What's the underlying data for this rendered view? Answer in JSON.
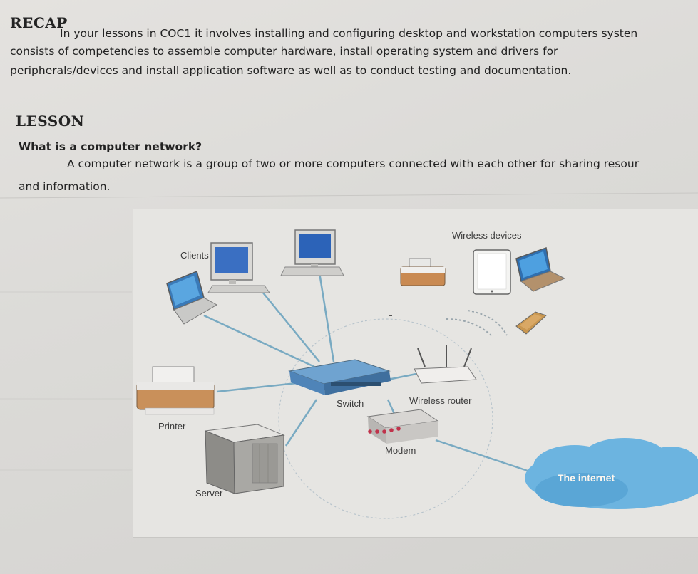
{
  "recap": {
    "heading": "RECAP",
    "line1": "In your lessons in COC1 it involves installing and configuring desktop and workstation computers systen",
    "line2": "consists of competencies to assemble computer hardware, install operating system and drivers for",
    "line3": "peripherals/devices and install application software as well as to conduct testing and documentation."
  },
  "lesson": {
    "heading": "LESSON",
    "question": "What is a computer network?",
    "line1": "A computer network is a group of two or more computers connected with each other for sharing resour",
    "line2": "and information."
  },
  "diagram": {
    "labels": {
      "clients": "Clients",
      "wireless_devices": "Wireless devices",
      "switch": "Switch",
      "wireless_router": "Wireless router",
      "printer": "Printer",
      "modem": "Modem",
      "server": "Server",
      "internet": "The internet"
    }
  }
}
